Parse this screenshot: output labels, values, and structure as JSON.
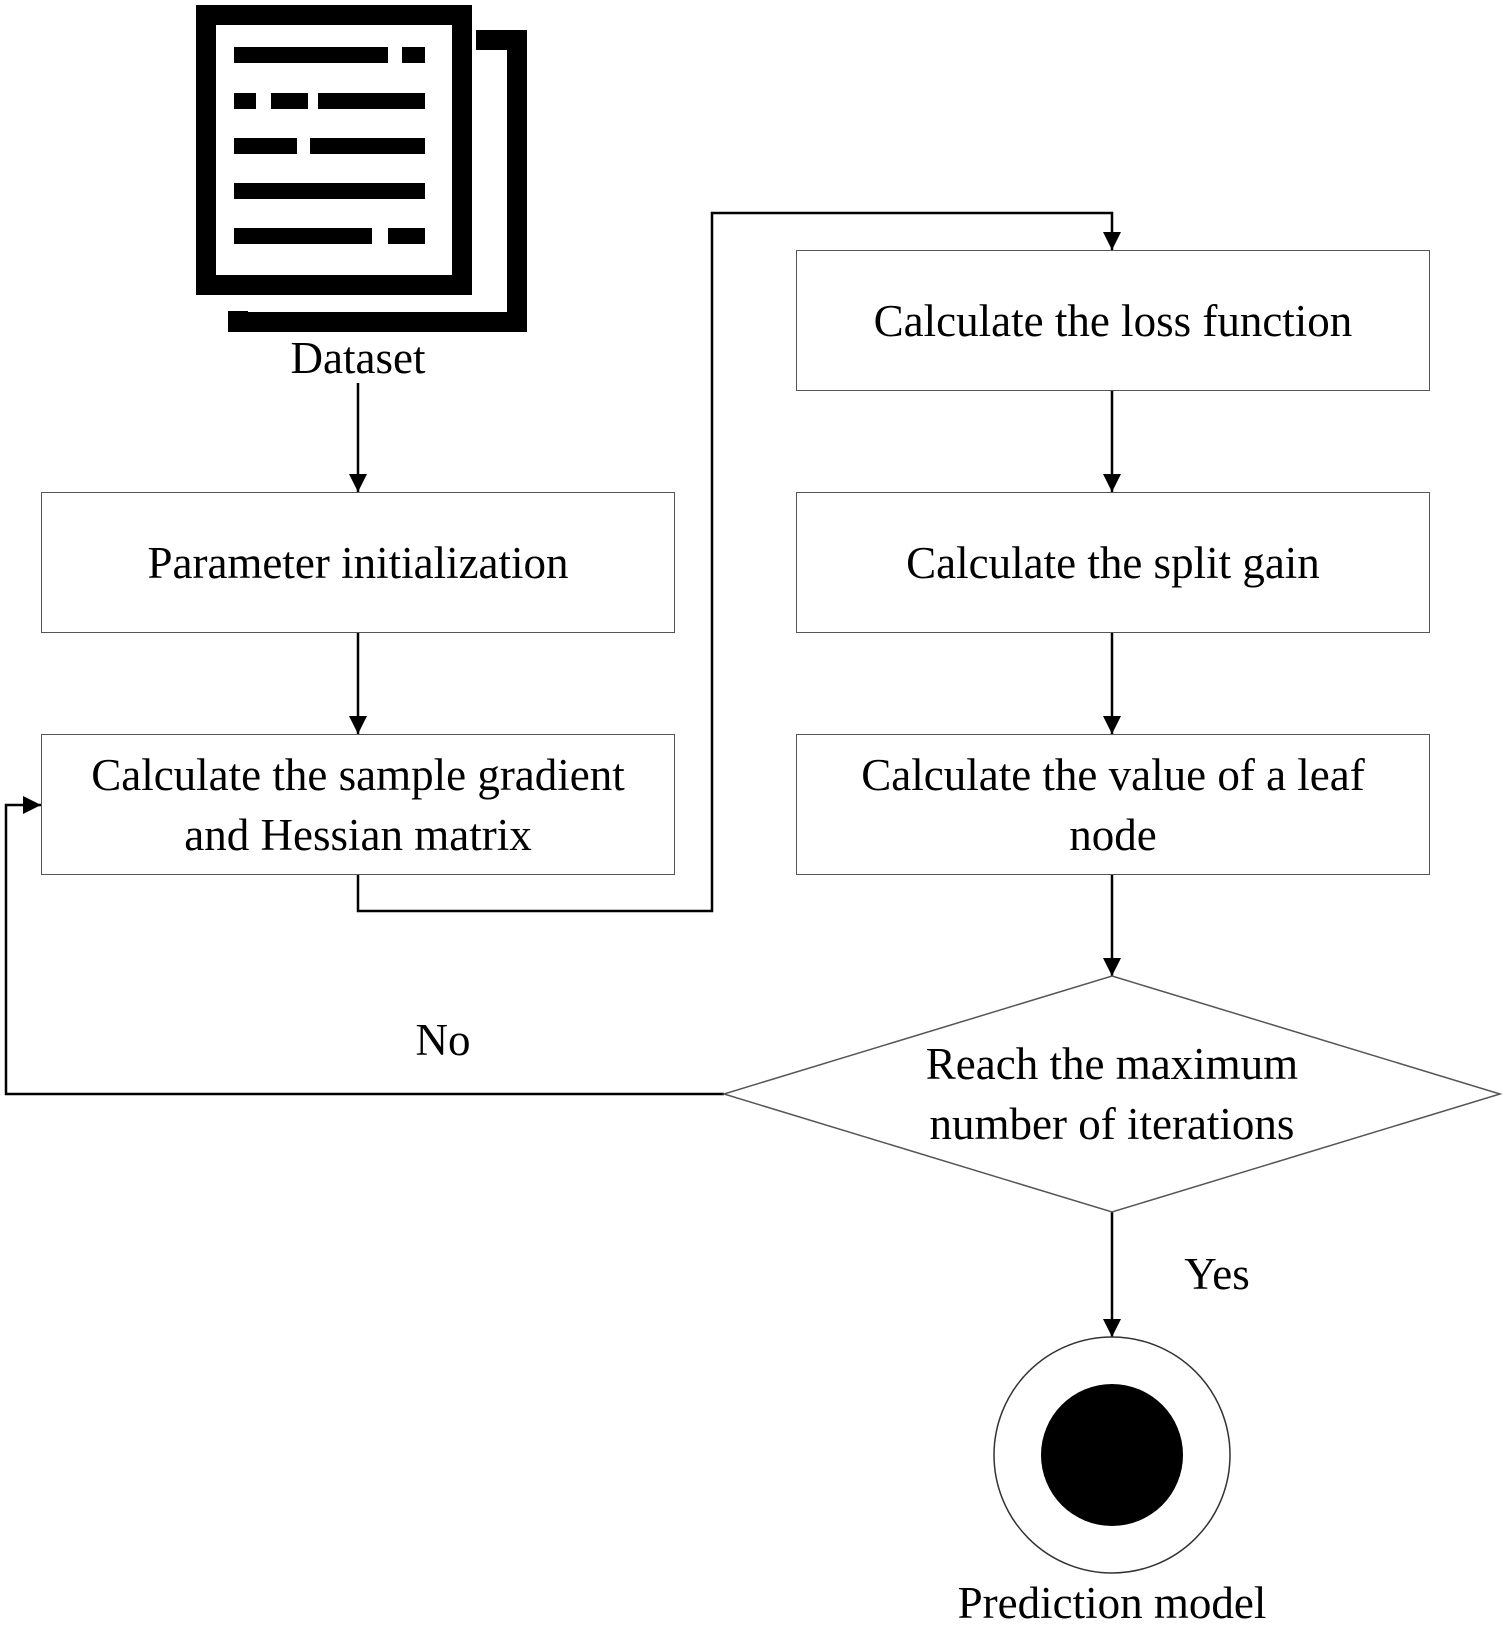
{
  "nodes": {
    "dataset": "Dataset",
    "param_init": "Parameter initialization",
    "gradient": [
      "Calculate the sample gradient",
      "and Hessian matrix"
    ],
    "loss": "Calculate the loss function",
    "split_gain": "Calculate the split gain",
    "leaf_value": [
      "Calculate the value of a leaf",
      "node"
    ],
    "decision": [
      "Reach the maximum",
      "number of iterations"
    ],
    "end": "Prediction model"
  },
  "edges": {
    "no_label": "No",
    "yes_label": "Yes"
  },
  "icons": {
    "dataset": "document-icon",
    "end": "end-node-icon"
  }
}
